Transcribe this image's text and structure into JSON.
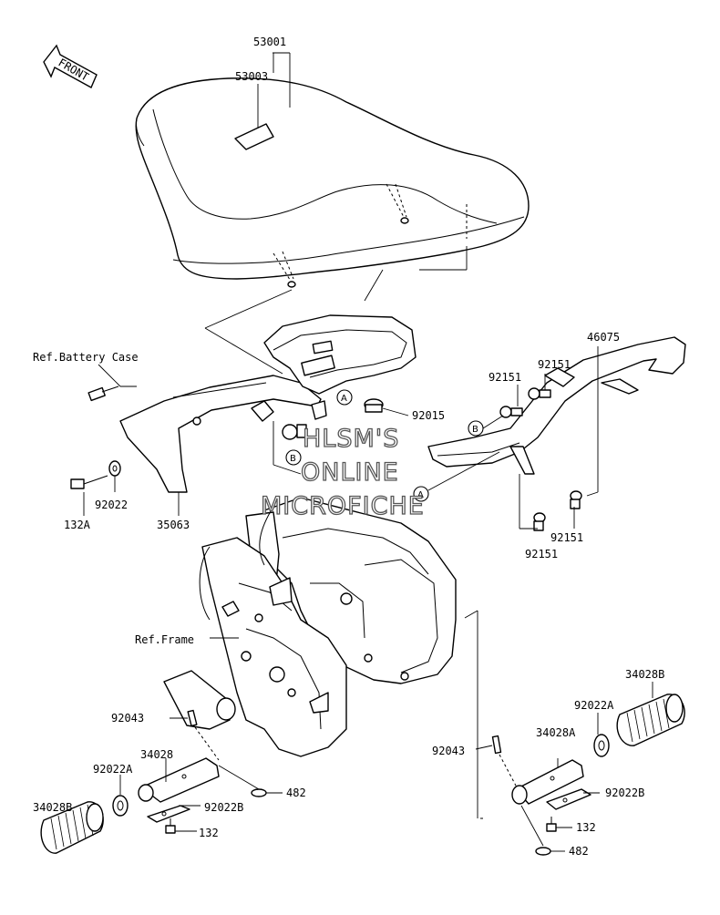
{
  "front_arrow": {
    "label": "FRONT"
  },
  "labels": {
    "p53001": "53001",
    "p53003": "53003",
    "p46075": "46075",
    "ref_battery": "Ref.Battery Case",
    "p92151_a": "92151",
    "p92151_b": "92151",
    "p92151_c": "92151",
    "p92151_d": "92151",
    "p92015": "92015",
    "p92022": "92022",
    "p132A": "132A",
    "p35063": "35063",
    "ref_frame": "Ref.Frame",
    "p34028B_r": "34028B",
    "p92022A_r": "92022A",
    "p34028A": "34028A",
    "p92043_r": "92043",
    "p92022B_r": "92022B",
    "p132_r": "132",
    "p482_r": "482",
    "p92043_l": "92043",
    "p34028": "34028",
    "p92022A_l": "92022A",
    "p482_l": "482",
    "p34028B_l": "34028B",
    "p92022B_l": "92022B",
    "p132_l": "132"
  },
  "callouts": {
    "a": "A",
    "b": "B"
  },
  "watermark": {
    "line1": "HLSM'S",
    "line2": "ONLINE",
    "line3": "MICROFICHE"
  }
}
